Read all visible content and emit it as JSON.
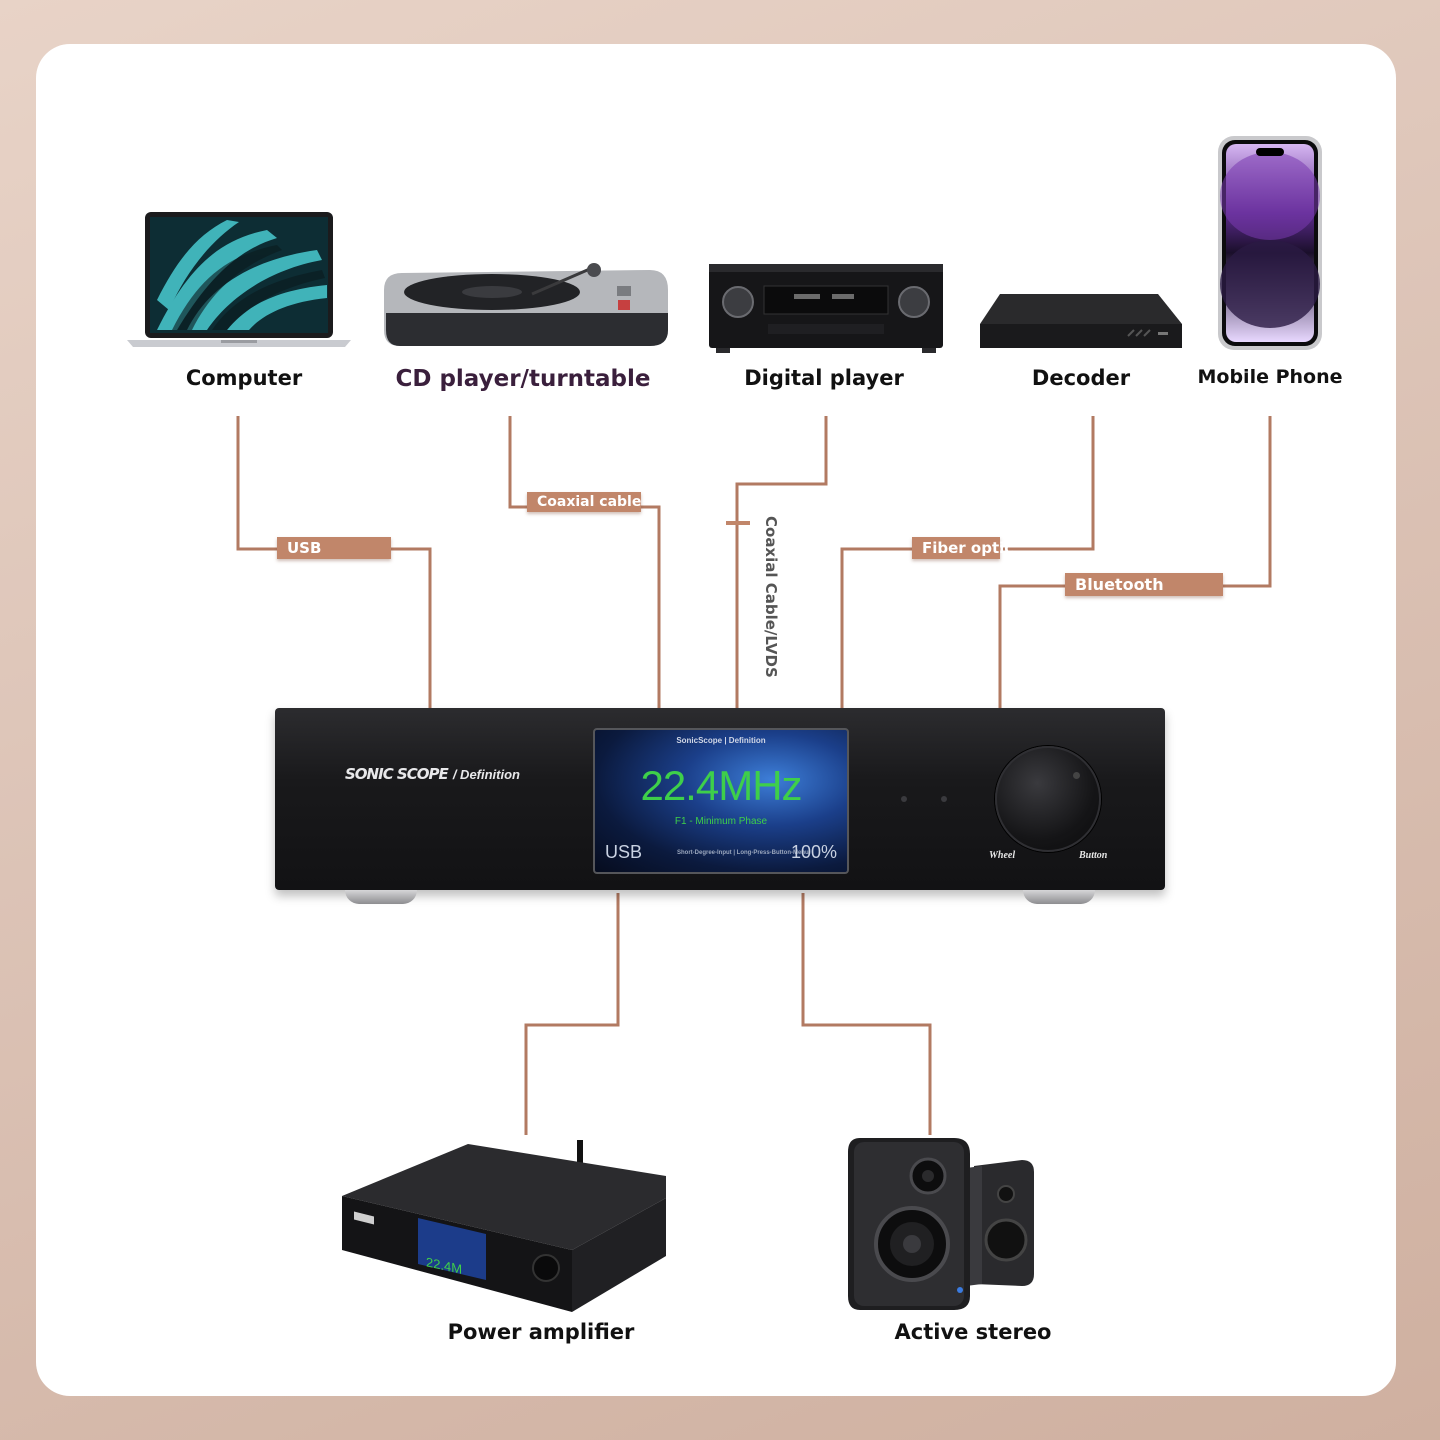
{
  "sources": [
    {
      "label": "Computer"
    },
    {
      "label": "CD player/turntable"
    },
    {
      "label": "Digital player"
    },
    {
      "label": "Decoder"
    },
    {
      "label": "Mobile Phone"
    }
  ],
  "connections": {
    "usb": "USB",
    "coaxial": "Coaxial cable",
    "coaxial_lvds": "Coaxial Cable/LVDS",
    "fiber": "Fiber optic",
    "bluetooth": "Bluetooth"
  },
  "dac": {
    "brand_logo": "SONIC SCOPE",
    "brand_suffix": "/ Definition",
    "screen_header": "SonicScope | Definition",
    "frequency": "22.4MHz",
    "filter": "F1 - Minimum Phase",
    "input": "USB",
    "volume": "100%",
    "hint": "Short-Degree-Input | Long-Press-Button-Menu",
    "wheel_label": "Wheel",
    "button_label": "Button"
  },
  "outputs": [
    {
      "label": "Power amplifier"
    },
    {
      "label": "Active stereo"
    }
  ],
  "colors": {
    "line": "#b27a62",
    "tag": "#c1866a",
    "screen_text": "#3ecf4a",
    "chassis": "#1a1a1c"
  }
}
